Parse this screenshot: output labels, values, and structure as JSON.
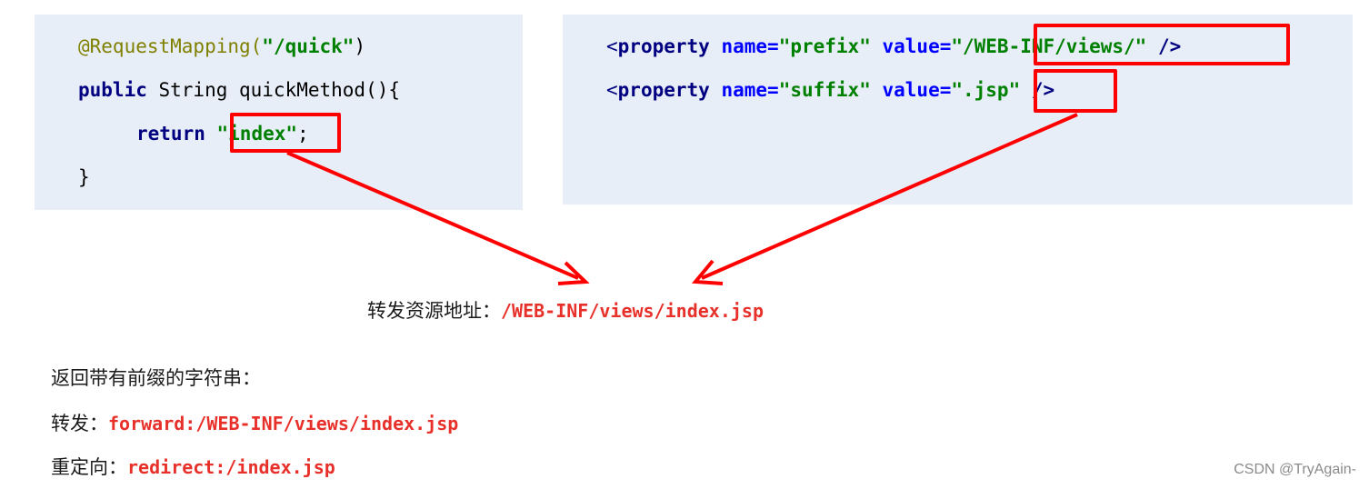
{
  "left_code": {
    "line1": {
      "annotation": "@RequestMapping(",
      "value": "\"/quick\"",
      "close": ")"
    },
    "line2": {
      "keyword": "public",
      "rest": " String quickMethod(){"
    },
    "line3": {
      "keyword": "return",
      "value": "\"index\"",
      "semicolon": ";"
    },
    "line4": "}"
  },
  "right_code": {
    "line1": {
      "open": "<",
      "tag": "property",
      "name_attr": "name=",
      "name_value": "\"prefix\"",
      "value_attr": "value=",
      "value_value": "\"/WEB-INF/views/\"",
      "close": " />"
    },
    "line2": {
      "open": "<",
      "tag": "property",
      "name_attr": "name=",
      "name_value": "\"suffix\"",
      "value_attr": "value=",
      "value_value": "\".jsp\"",
      "close": " />"
    }
  },
  "result": {
    "label": "转发资源地址：",
    "path": "/WEB-INF/views/index.jsp"
  },
  "notes": {
    "heading": "返回带有前缀的字符串：",
    "forward_label": "转发：",
    "forward_value": "forward:/WEB-INF/views/index.jsp",
    "redirect_label": "重定向：",
    "redirect_value": "redirect:/index.jsp"
  },
  "watermark": "CSDN @TryAgain-",
  "colors": {
    "highlight": "#ff0000",
    "panel": "#e8eef8",
    "result_text": "#e8302a"
  }
}
